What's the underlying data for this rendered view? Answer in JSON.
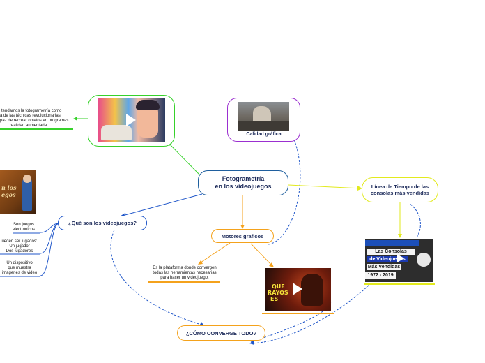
{
  "central": {
    "title_line1": "Fotogrametría",
    "title_line2": "en los videojuegos"
  },
  "branches": {
    "que_son": "¿Qué son los videojuegos?",
    "motores": "Motores graficos",
    "como_converge": "¿CÓMO CONVERGE TODO?",
    "linea_tiempo": "Línea de Tiempo de las consolas más vendidas",
    "calidad": "Calidad gráfica"
  },
  "notes": {
    "fotogrametria_l1": "tendamos la fotogrametría como",
    "fotogrametria_l2": "a de las técnicas revolucionarias",
    "fotogrametria_l3": "paz de recrear objetos en programas",
    "fotogrametria_l4": "realidad aumentada.",
    "motor_l1": "Es la plataforma donde convergen",
    "motor_l2": "todas las herramientas necesarias",
    "motor_l3": "para hacer un videojuego.",
    "son_juegos_l1": "Son juegos",
    "son_juegos_l2": "electrónicos",
    "jugados_l1": "ueden ser jugados:",
    "jugados_l2": "Un jugador",
    "jugados_l3": "Dos jugadores",
    "dispositivo_l1": "Un dispositivo",
    "dispositivo_l2": "que muestra",
    "dispositivo_l3": "imagenes de video"
  },
  "media": {
    "video_overlay_l1": "QUE",
    "video_overlay_l2": "RAYOS",
    "video_overlay_l3": "ES",
    "game_logo_l1": "n los",
    "game_logo_l2": "egos"
  },
  "timeline_card": {
    "line1": "Las Consolas",
    "line2": "de Videojuegos",
    "line3": "Más Vendidas",
    "line4": "1972 - 2019"
  },
  "colors": {
    "central": "#1f5f9e",
    "green": "#36d12a",
    "purple": "#9b2fd0",
    "yellow": "#e2ea1e",
    "orange": "#f4a21c",
    "blue": "#1f56c9",
    "text_dark": "#1d2b5a"
  }
}
